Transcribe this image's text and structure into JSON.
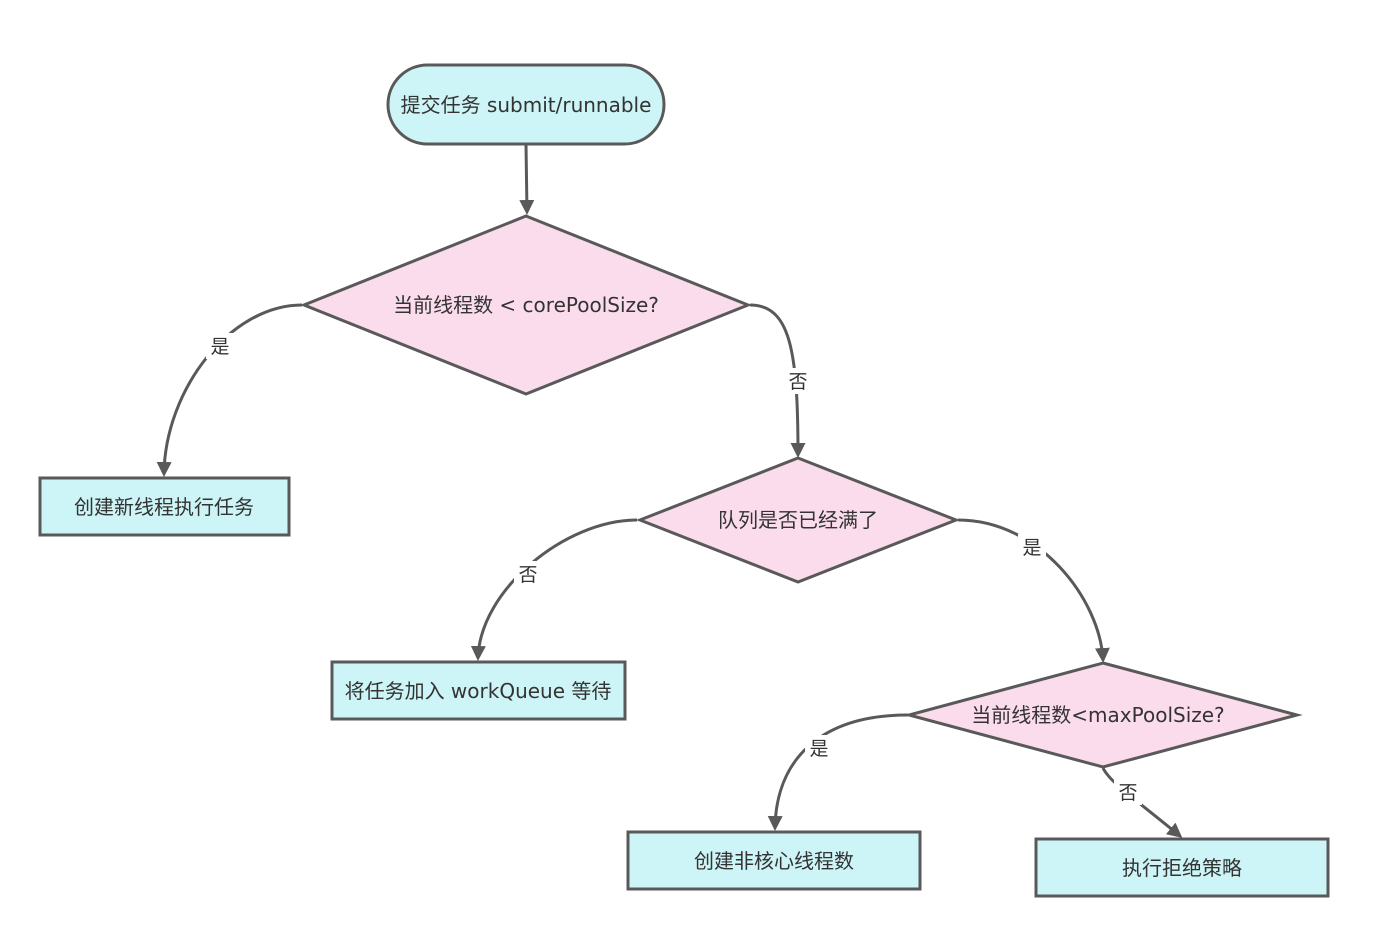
{
  "colors": {
    "terminal_fill": "#cdf4f6",
    "process_fill": "#cdf4f6",
    "decision_fill": "#fbdcec",
    "stroke": "#595959",
    "text": "#333333"
  },
  "nodes": {
    "start": "提交任务 submit/runnable",
    "core_check": "当前线程数 < corePoolSize?",
    "create_thread": "创建新线程执行任务",
    "queue_check": "队列是否已经满了",
    "enqueue": "将任务加入 workQueue 等待",
    "max_check": "当前线程数<maxPoolSize?",
    "create_noncore": "创建非核心线程数",
    "reject": "执行拒绝策略"
  },
  "edges": {
    "core_yes": "是",
    "core_no": "否",
    "queue_no": "否",
    "queue_yes": "是",
    "max_yes": "是",
    "max_no": "否"
  }
}
